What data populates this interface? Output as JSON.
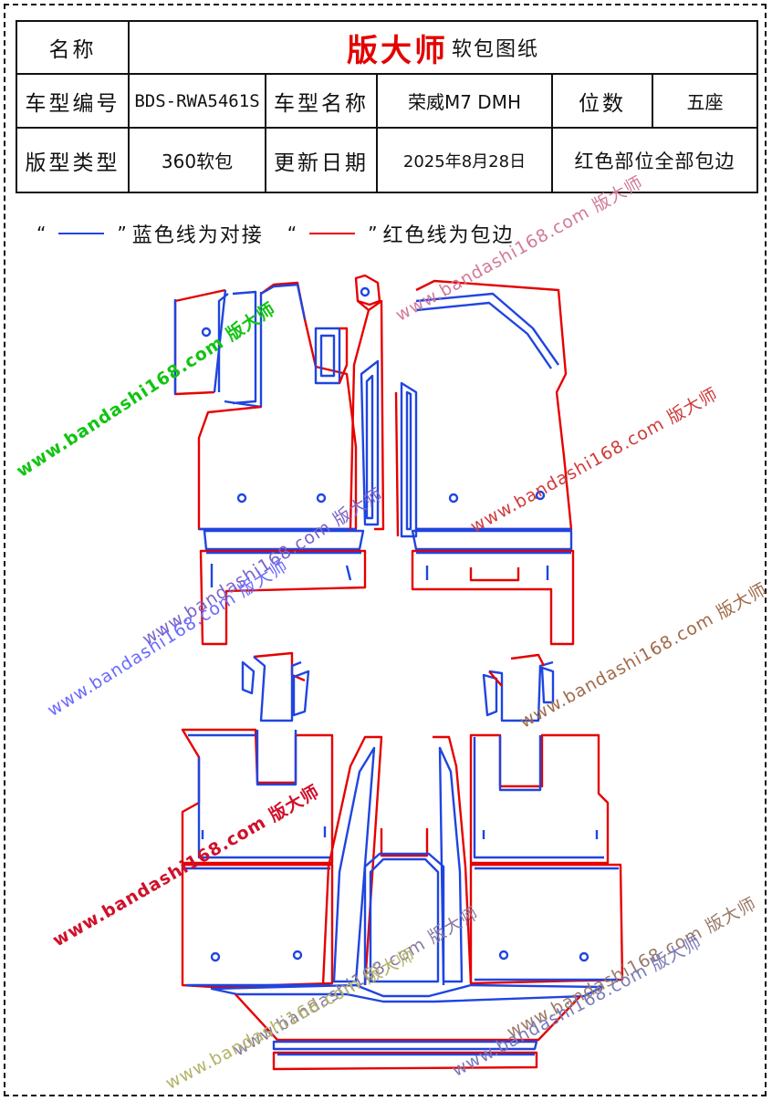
{
  "header": {
    "name_label": "名称",
    "brand": "版大师",
    "doc_title": "软包图纸",
    "model_code_label": "车型编号",
    "model_code": "BDS-RWA5461S",
    "model_name_label": "车型名称",
    "model_name": "荣威M7 DMH",
    "seats_label": "位数",
    "seats": "五座",
    "pattern_type_label": "版型类型",
    "pattern_type": "360软包",
    "update_label": "更新日期",
    "update_date": "2025年8月28日",
    "note": "红色部位全部包边"
  },
  "legend": {
    "blue_text": "蓝色线为对接",
    "red_text": "红色线为包边",
    "blue_color": "#1f45e0",
    "red_color": "#e60000"
  },
  "watermarks": [
    {
      "text": "www.bandashi168.com 版大师",
      "color": "#12c412"
    },
    {
      "text": "www.bandashi168.com 版大师",
      "color": "#d27a9a"
    },
    {
      "text": "www.bandashi168.com 版大师",
      "color": "#cf3b3b"
    },
    {
      "text": "www.bandashi168.com 版大师",
      "color": "#7a63c8"
    },
    {
      "text": "www.bandashi168.com 版大师",
      "color": "#a06b4a"
    },
    {
      "text": "www.bandashi168.com 版大师",
      "color": "#6a6aff"
    },
    {
      "text": "www.bandashi168.com 版大师",
      "color": "#9a7a6a"
    },
    {
      "text": "www.bandashi168.com 版大师",
      "color": "#d0102a"
    },
    {
      "text": "www.bandashi168.com 版大师",
      "color": "#8a7aa0"
    },
    {
      "text": "www.bandashi168.com 版大师",
      "color": "#b3b36a"
    },
    {
      "text": "www.bandashi168.com 版大师",
      "color": "#7a7ab8"
    }
  ]
}
